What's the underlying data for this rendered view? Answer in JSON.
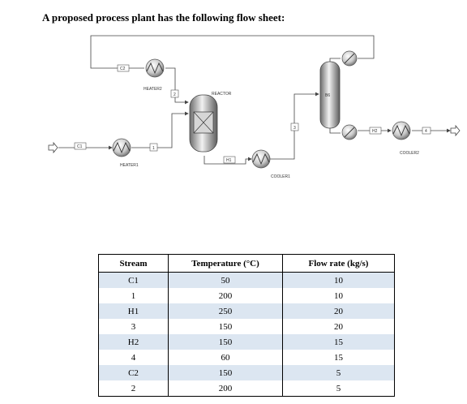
{
  "heading": "A proposed process plant has the following flow sheet:",
  "flowsheet": {
    "units": {
      "heater1": "HEATER1",
      "heater2": "HEATER2",
      "reactor": "REACTOR",
      "cooler1": "COOLER1",
      "b6": "B6",
      "cooler2": "COOLER2"
    },
    "streams": {
      "c1": "C1",
      "s1": "1",
      "s2": "2",
      "h1": "H1",
      "s3": "3",
      "h2": "H2",
      "s4": "4",
      "c2": "C2"
    }
  },
  "table": {
    "headers": [
      "Stream",
      "Temperature (°C)",
      "Flow rate (kg/s)"
    ],
    "rows": [
      [
        "C1",
        "50",
        "10"
      ],
      [
        "1",
        "200",
        "10"
      ],
      [
        "H1",
        "250",
        "20"
      ],
      [
        "3",
        "150",
        "20"
      ],
      [
        "H2",
        "150",
        "15"
      ],
      [
        "4",
        "60",
        "15"
      ],
      [
        "C2",
        "150",
        "5"
      ],
      [
        "2",
        "200",
        "5"
      ]
    ]
  }
}
